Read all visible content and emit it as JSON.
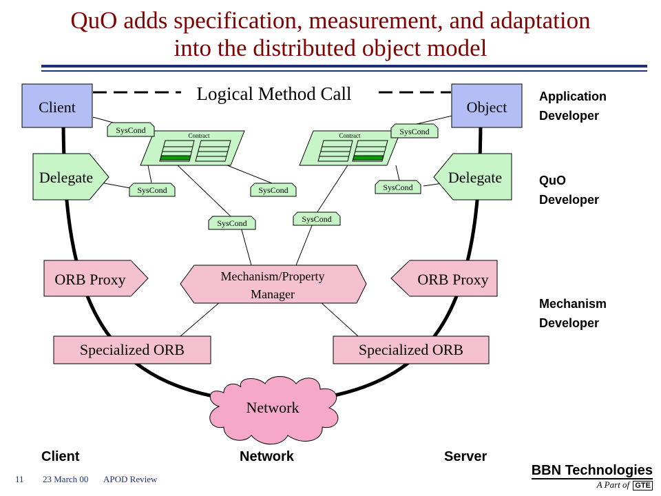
{
  "title": {
    "line1": "QuO adds specification, measurement, and adaptation",
    "line2": "into the distributed object model"
  },
  "diagram": {
    "client": "Client",
    "object": "Object",
    "logical_call": "Logical Method Call",
    "contract": "Contract",
    "sysCond": "SysCond",
    "delegate": "Delegate",
    "orb_proxy": "ORB Proxy",
    "mechanism_line1": "Mechanism/Property",
    "mechanism_line2": "Manager",
    "specialized_orb": "Specialized ORB",
    "network": "Network"
  },
  "roles": {
    "application": [
      "Application",
      "Developer"
    ],
    "quo": [
      "QuO",
      "Developer"
    ],
    "mechanism": [
      "Mechanism",
      "Developer"
    ]
  },
  "tiers": {
    "client": "Client",
    "network": "Network",
    "server": "Server"
  },
  "footer": {
    "page": "11",
    "date": "23 March 00",
    "event": "APOD Review"
  },
  "logo": {
    "name": "BBN Technologies",
    "tagline": "A Part of",
    "parent": "GTE"
  },
  "colors": {
    "title": "#800000",
    "rule": "#1f2f7a",
    "blue_box": "#b3bef5",
    "green": "#c8f5c8",
    "green_dark": "#00a000",
    "pink": "#f5c0cf",
    "cloud": "#f5a8c8"
  }
}
